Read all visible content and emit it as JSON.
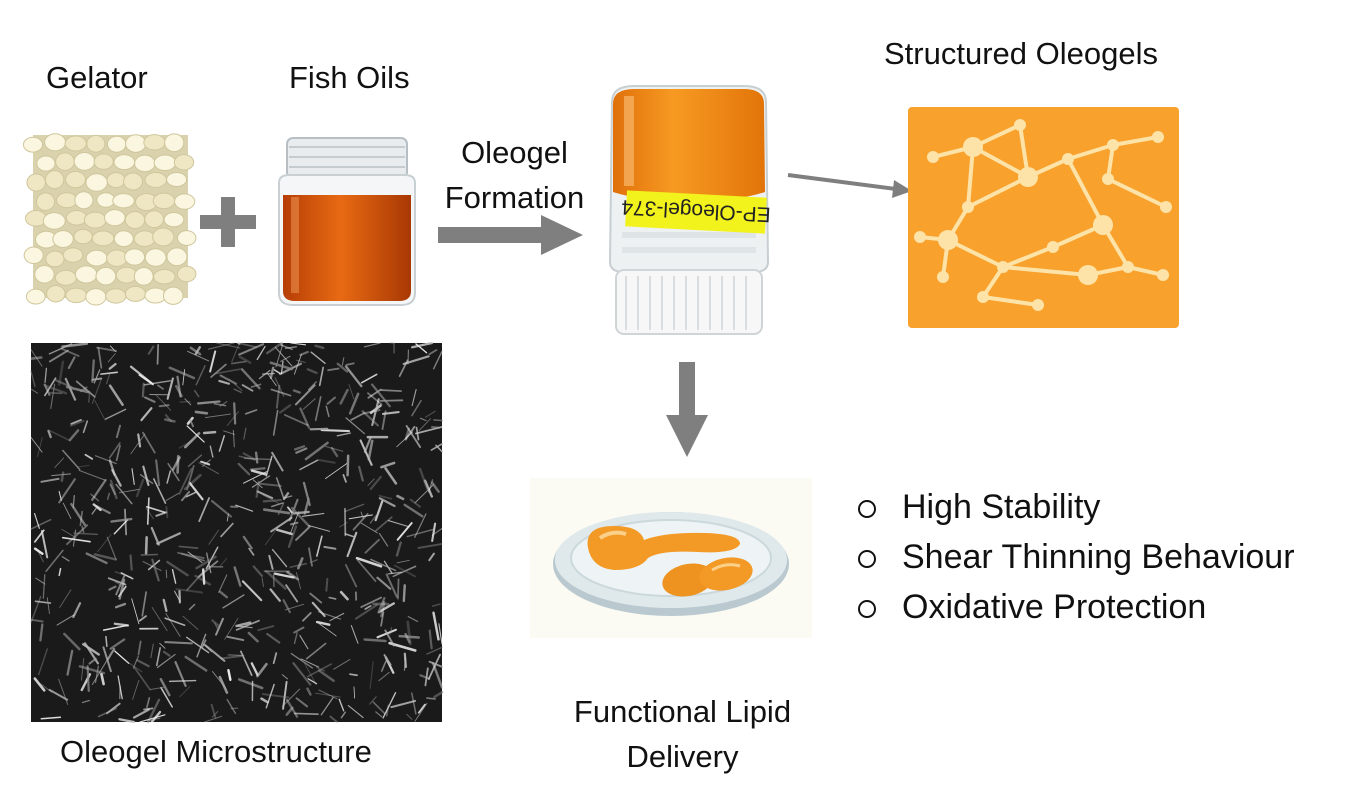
{
  "labels": {
    "gelator": "Gelator",
    "fish_oils": "Fish Oils",
    "oleogel_formation_line1": "Oleogel",
    "oleogel_formation_line2": "Formation",
    "structured_oleogels": "Structured Oleogels",
    "jar_label": "EP-Oleogel-374",
    "microstructure": "Oleogel Microstructure",
    "delivery_line1": "Functional Lipid",
    "delivery_line2": "Delivery"
  },
  "properties": [
    "High Stability",
    "Shear Thinning Behaviour",
    "Oxidative Protection"
  ],
  "colors": {
    "arrow": "#7f7f7f",
    "network_bg": "#f9a12d",
    "network_node": "#fde3a7",
    "oil": "#d4500b",
    "jar_gel": "#f38a12",
    "micro_bg": "#1a1a1a"
  }
}
